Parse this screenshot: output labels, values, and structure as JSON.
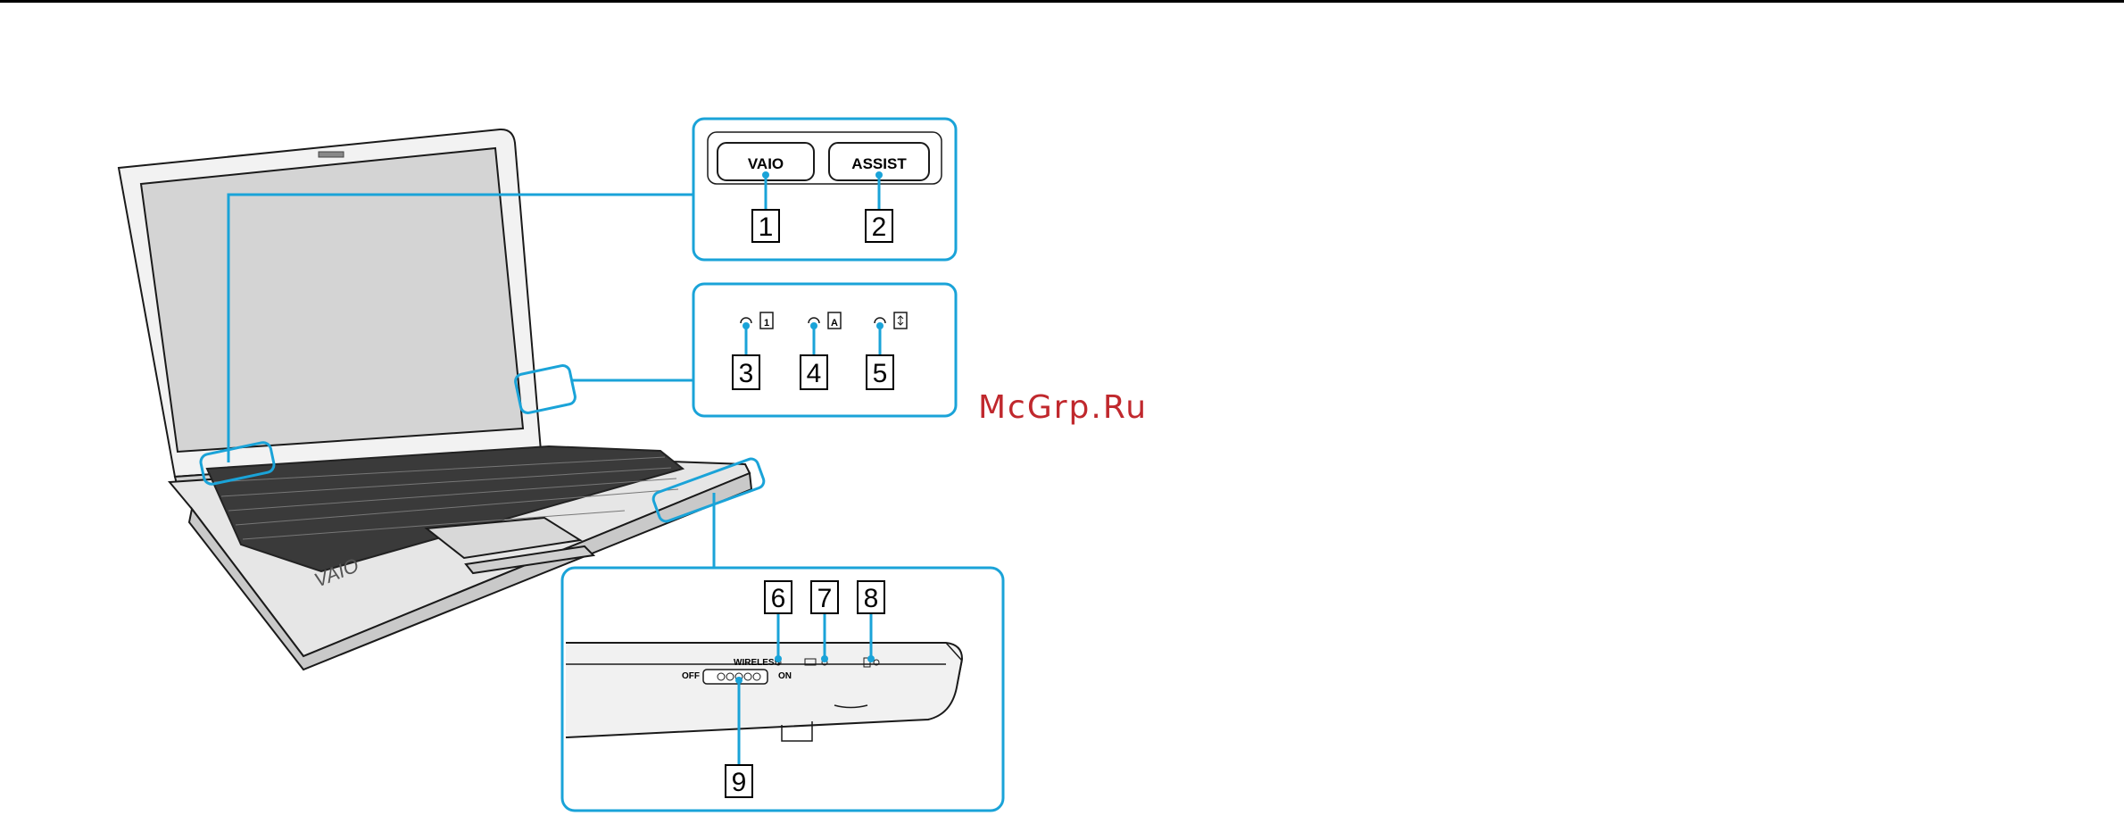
{
  "buttons": {
    "vaio_label": "VAIO",
    "assist_label": "ASSIST"
  },
  "callouts": [
    "1",
    "2",
    "3",
    "4",
    "5",
    "6",
    "7",
    "8",
    "9"
  ],
  "side_labels": {
    "wireless": "WIRELESS",
    "off": "OFF",
    "on": "ON"
  },
  "laptop_logo": "VAIO",
  "watermark": "McGrp.Ru",
  "colors": {
    "callout_blue": "#1aa3d8",
    "watermark_red": "#c0282d",
    "lines": "#1a1a1a"
  }
}
